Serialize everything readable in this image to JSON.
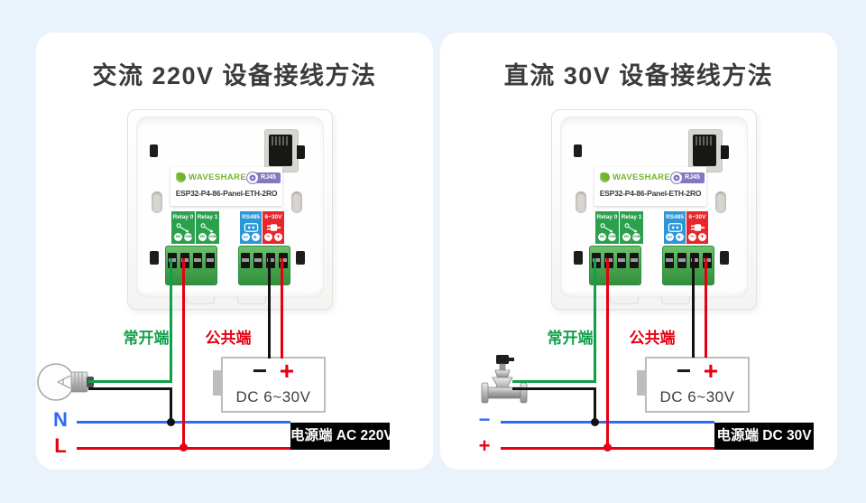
{
  "page": {
    "background": "#eaf2fc"
  },
  "panels": [
    {
      "title": "交流 220V 设备接线方法",
      "device": {
        "brand": "WAVESHARE",
        "port_badge": "RJ45",
        "model": "ESP32-P4-86-Panel-ETH-2RO",
        "terminals": [
          {
            "name": "Relay 0",
            "pin_a": "NO",
            "pin_b": "COM"
          },
          {
            "name": "Relay 1",
            "pin_a": "NO",
            "pin_b": "COM"
          },
          {
            "name": "RS485",
            "pin_a": "A+",
            "pin_b": "B-"
          },
          {
            "name": "6~30V",
            "pin_a": "−",
            "pin_b": "+"
          }
        ]
      },
      "labels": {
        "normally_open": "常开端",
        "common": "公共端"
      },
      "psu": {
        "minus": "−",
        "plus": "+",
        "text": "DC 6~30V"
      },
      "line1_label": "N",
      "line2_label": "L",
      "source_badge": "电源端 AC 220V",
      "load": "light-bulb"
    },
    {
      "title": "直流 30V 设备接线方法",
      "device": {
        "brand": "WAVESHARE",
        "port_badge": "RJ45",
        "model": "ESP32-P4-86-Panel-ETH-2RO",
        "terminals": [
          {
            "name": "Relay 0",
            "pin_a": "NO",
            "pin_b": "COM"
          },
          {
            "name": "Relay 1",
            "pin_a": "NO",
            "pin_b": "COM"
          },
          {
            "name": "RS485",
            "pin_a": "A+",
            "pin_b": "B-"
          },
          {
            "name": "6~30V",
            "pin_a": "−",
            "pin_b": "+"
          }
        ]
      },
      "labels": {
        "normally_open": "常开端",
        "common": "公共端"
      },
      "psu": {
        "minus": "−",
        "plus": "+",
        "text": "DC 6~30V"
      },
      "line1_label": "−",
      "line2_label": "+",
      "source_badge": "电源端 DC 30V",
      "load": "solenoid-valve"
    }
  ],
  "colors": {
    "wire_green": "#0fa04a",
    "wire_red": "#e60012",
    "wire_black": "#121212",
    "line_blue": "#2e6bf5",
    "label_green_block": "#2ba14d",
    "label_blue_block": "#2b97d8",
    "label_red_block": "#e8262b",
    "brand_green": "#74b42c",
    "rj45_badge_purple": "#8478c1",
    "badge_black": "#020202"
  }
}
